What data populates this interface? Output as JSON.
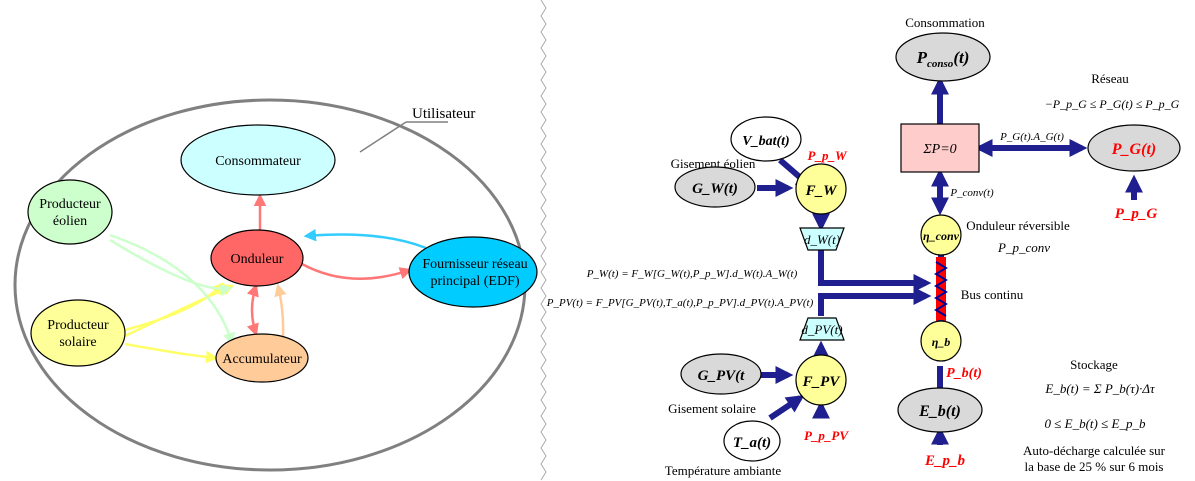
{
  "left_diagram": {
    "user_label": "Utilisateur",
    "consommateur": "Consommateur",
    "producteur_eolien": [
      "Producteur",
      "éolien"
    ],
    "onduleur": "Onduleur",
    "fournisseur": [
      "Fournisseur réseau",
      "principal (EDF)"
    ],
    "producteur_solaire": [
      "Producteur",
      "solaire"
    ],
    "accumulateur": "Accumulateur",
    "colors": {
      "consommateur": "#ccffff",
      "eolien": "#ccffcc",
      "onduleur": "#ff6666",
      "fournisseur": "#00ccff",
      "solaire": "#ffff99",
      "accumulateur": "#ffcc99",
      "arrow_red": "#ff7777",
      "arrow_blue": "#33ccff",
      "arrow_yellow": "#ffff66",
      "arrow_green": "#ccffcc",
      "arrow_orange": "#ffcc99"
    }
  },
  "right_diagram": {
    "consommation_title": "Consommation",
    "pconso": "P",
    "pconso_sub": "conso",
    "pconso_tail": "(t)",
    "sum_box": "ΣP=0",
    "reseau_title": "Réseau",
    "reseau_constraint": "−P_p_G ≤ P_G(t) ≤ P_p_G",
    "pg_ag": "P_G(t).A_G(t)",
    "pg_node": "P_G(t)",
    "ppg": "P_p_G",
    "vbat": "V_bat(t)",
    "ppw": "P_p_W",
    "gisement_eolien": "Gisement éolien",
    "gw": "G_W(t)",
    "fw": "F_W",
    "dw": "d_W(t)",
    "pconv": "P_conv(t)",
    "eta_conv": "η_conv",
    "onduleur_rev": "Onduleur réversible",
    "p_p_conv": "P_p_conv",
    "eq_pw": "P_W(t) = F_W[G_W(t),P_p_W].d_W(t).A_W(t)",
    "eq_ppv": "P_PV(t) = F_PV[G_PV(t),T_a(t),P_p_PV].d_PV(t).A_PV(t)",
    "bus": "Bus continu",
    "dpv": "d_PV(t)",
    "eta_b": "η_b",
    "gpv": "G_PV(t",
    "fpv": "F_PV",
    "pb": "P_b(t)",
    "gisement_solaire": "Gisement solaire",
    "eb": "E_b(t)",
    "ta": "T_a(t)",
    "pppv": "P_p_PV",
    "epb": "E_p_b",
    "temperature": "Température ambiante",
    "stockage_title": "Stockage",
    "stockage_eq1": "E_b(t) = Σ P_b(τ)·Δτ",
    "stockage_eq2": "0 ≤ E_b(t) ≤ E_p_b",
    "autodecharge": [
      "Auto-décharge calculée sur",
      "la base de 25 % sur 6 mois"
    ],
    "colors": {
      "node_gray": "#d9d9d9",
      "node_yellow": "#ffff99",
      "sum_box": "#ffcccc",
      "converter": "#ccffff",
      "arrow_navy": "#1f1f8f",
      "red_text": "#ff0000",
      "bus_red": "#ff0000",
      "bus_blue": "#000099"
    }
  }
}
